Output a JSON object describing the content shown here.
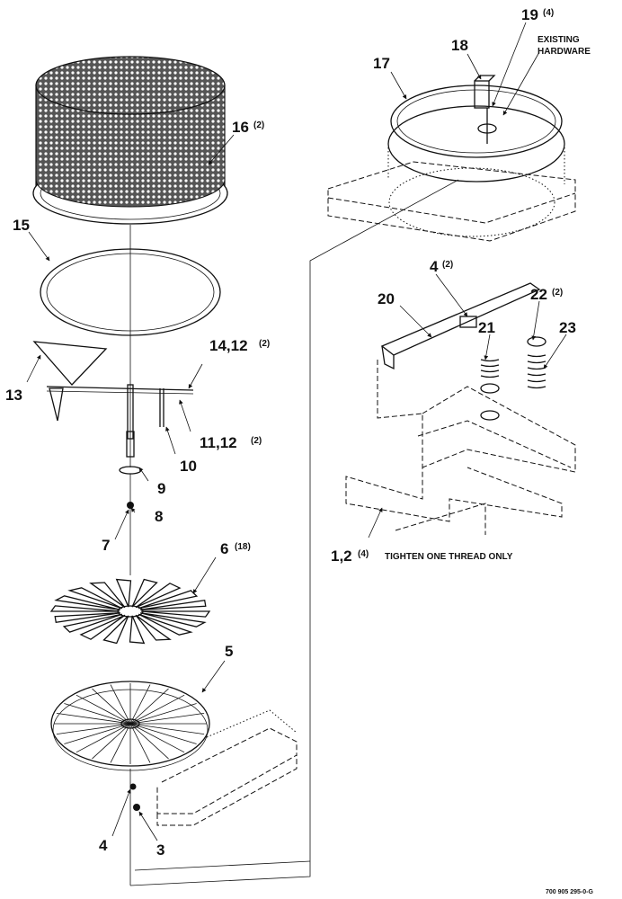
{
  "callouts": {
    "c1": "1,2",
    "c1_qty": "(4)",
    "c1_note": "TIGHTEN ONE THREAD ONLY",
    "c3": "3",
    "c4": "4",
    "c4b": "4",
    "c4b_qty": "(2)",
    "c5": "5",
    "c6": "6",
    "c6_qty": "(18)",
    "c7": "7",
    "c8": "8",
    "c9": "9",
    "c10": "10",
    "c11": "11,12",
    "c11_qty": "(2)",
    "c13": "13",
    "c14": "14,12",
    "c14_qty": "(2)",
    "c15": "15",
    "c16": "16",
    "c16_qty": "(2)",
    "c17": "17",
    "c18": "18",
    "c19": "19",
    "c19_qty": "(4)",
    "c20": "20",
    "c21": "21",
    "c22": "22",
    "c22_qty": "(2)",
    "c23": "23"
  },
  "notes": {
    "existing_line1": "EXISTING",
    "existing_line2": "HARDWARE"
  },
  "figure_number": "700 905 295-0-G"
}
